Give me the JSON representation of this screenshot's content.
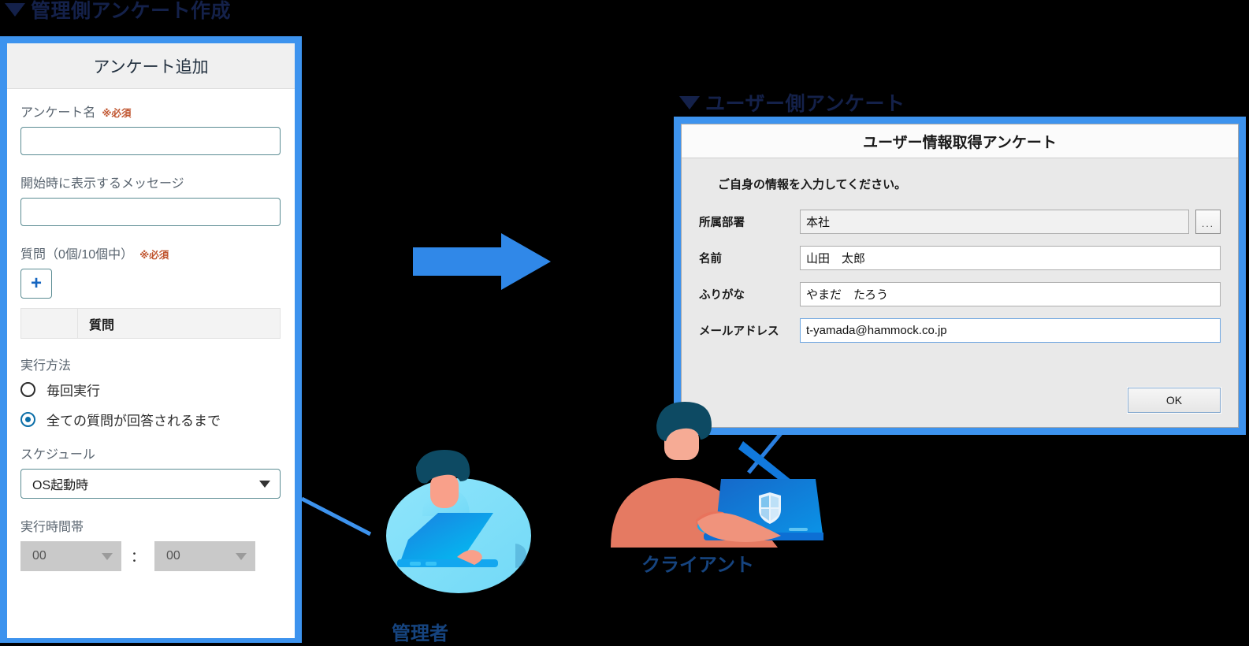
{
  "headings": {
    "admin": "管理側アンケート作成",
    "user": "ユーザー側アンケート"
  },
  "admin_panel": {
    "title": "アンケート追加",
    "survey_name": {
      "label": "アンケート名",
      "required_mark": "※必須",
      "value": ""
    },
    "start_message": {
      "label": "開始時に表示するメッセージ",
      "value": ""
    },
    "questions": {
      "label": "質問（0個/10個中）",
      "required_mark": "※必須",
      "add_button": "+",
      "table_headers": [
        "",
        "質問"
      ],
      "rows": []
    },
    "execution_method": {
      "label": "実行方法",
      "options": [
        {
          "label": "毎回実行",
          "selected": false
        },
        {
          "label": "全ての質問が回答されるまで",
          "selected": true
        }
      ]
    },
    "schedule": {
      "label": "スケジュール",
      "value": "OS起動時"
    },
    "execution_time": {
      "label": "実行時間帯",
      "hour": "00",
      "separator": "：",
      "minute": "00"
    }
  },
  "user_dialog": {
    "title": "ユーザー情報取得アンケート",
    "note": "ご自身の情報を入力してください。",
    "fields": [
      {
        "label": "所属部署",
        "value": "本社",
        "has_browse": true,
        "browse_label": "..."
      },
      {
        "label": "名前",
        "value": "山田　太郎",
        "has_browse": false
      },
      {
        "label": "ふりがな",
        "value": "やまだ　たろう",
        "has_browse": false
      },
      {
        "label": "メールアドレス",
        "value": "t-yamada@hammock.co.jp",
        "has_browse": false,
        "focused": true
      }
    ],
    "ok_button": "OK"
  },
  "roles": {
    "admin": "管理者",
    "client": "クライアント"
  },
  "colors": {
    "accent_blue": "#3d93ee",
    "heading_navy": "#14214a",
    "role_label": "#16447f",
    "required_red": "#c0552f",
    "radio_selected": "#0b6ea8"
  },
  "icons": {
    "triangle_down": "triangle-down-icon",
    "arrow_right": "arrow-right-icon",
    "caret_down": "chevron-down-icon"
  }
}
